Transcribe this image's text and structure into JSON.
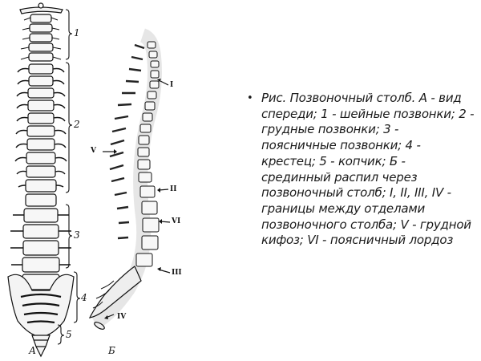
{
  "figure": {
    "view_a_label": "А",
    "view_b_label": "Б",
    "front_view": {
      "section_labels": [
        "1",
        "2",
        "3",
        "4",
        "5"
      ]
    },
    "sagittal_view": {
      "markers": [
        "I",
        "V",
        "II",
        "VI",
        "III",
        "IV"
      ]
    }
  },
  "caption": {
    "bullet": "•",
    "text": "Рис. Позвоночный столб. А - вид спереди; 1 - шейные позвонки; 2 - грудные позвонки; 3 - поясничные позвонки; 4 - крестец; 5 - копчик; Б - срединный распил через позвоночный столб; I, II, III, IV - границы между отделами позвоночного столба; V - грудной кифоз; VI - поясничный лордоз"
  },
  "colors": {
    "ink": "#111111",
    "background": "#ffffff"
  }
}
